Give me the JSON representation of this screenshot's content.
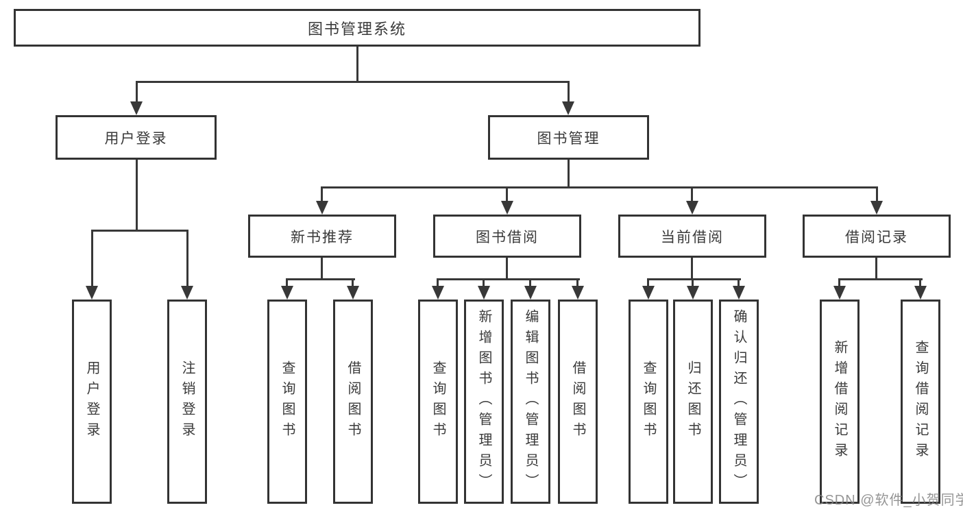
{
  "diagram": {
    "root": {
      "label": "图书管理系统"
    },
    "level2": [
      {
        "label": "用户登录"
      },
      {
        "label": "图书管理"
      }
    ],
    "level3": [
      {
        "label": "新书推荐"
      },
      {
        "label": "图书借阅"
      },
      {
        "label": "当前借阅"
      },
      {
        "label": "借阅记录"
      }
    ],
    "leaves": {
      "login": [
        "用户登录",
        "注销登录"
      ],
      "recommend": [
        "查询图书",
        "借阅图书"
      ],
      "borrow": [
        "查询图书",
        "新增图书（管理员）",
        "编辑图书（管理员）",
        "借阅图书"
      ],
      "current": [
        "查询图书",
        "归还图书",
        "确认归还（管理员）"
      ],
      "records": [
        "新增借阅记录",
        "查询借阅记录"
      ]
    },
    "watermark": "CSDN @软件_小贺同学"
  },
  "colors": {
    "line": "#383838",
    "border": "#333333",
    "text": "#3a3a3a",
    "watermark": "#828282",
    "background": "#ffffff"
  }
}
